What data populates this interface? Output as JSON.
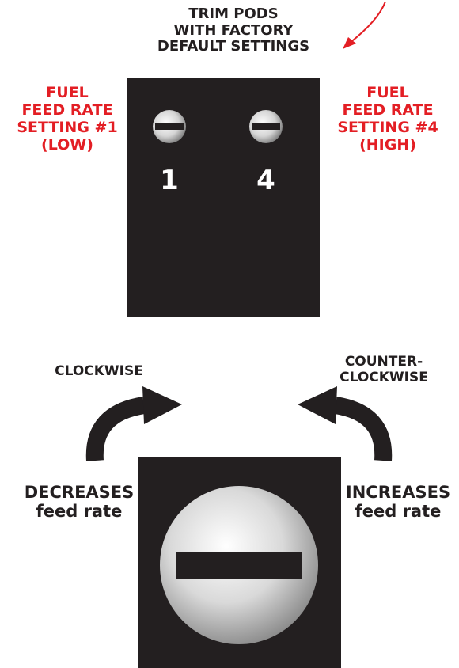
{
  "header": {
    "line1": "TRIM PODS",
    "line2": "WITH FACTORY",
    "line3": "DEFAULT SETTINGS"
  },
  "left_setting": {
    "line1": "FUEL",
    "line2": "FEED RATE",
    "line3": "SETTING #1",
    "line4": "(LOW)"
  },
  "right_setting": {
    "line1": "FUEL",
    "line2": "FEED RATE",
    "line3": "SETTING #4",
    "line4": "(HIGH)"
  },
  "pod_labels": {
    "left": "1",
    "right": "4"
  },
  "rotation": {
    "clockwise": "CLOCKWISE",
    "counter_line1": "COUNTER-",
    "counter_line2": "CLOCKWISE",
    "decreases_line1": "DECREASES",
    "decreases_line2": "feed rate",
    "increases_line1": "INCREASES",
    "increases_line2": "feed rate"
  },
  "colors": {
    "panel": "#231f20",
    "accent_red": "#e31e24",
    "text": "#231f20"
  },
  "icons": {
    "trim_pod": "slotted-screw-icon",
    "clockwise_arrow": "curved-arrow-right-icon",
    "counter_arrow": "curved-arrow-left-icon",
    "pointer_arrow": "pointer-arrow-icon"
  }
}
